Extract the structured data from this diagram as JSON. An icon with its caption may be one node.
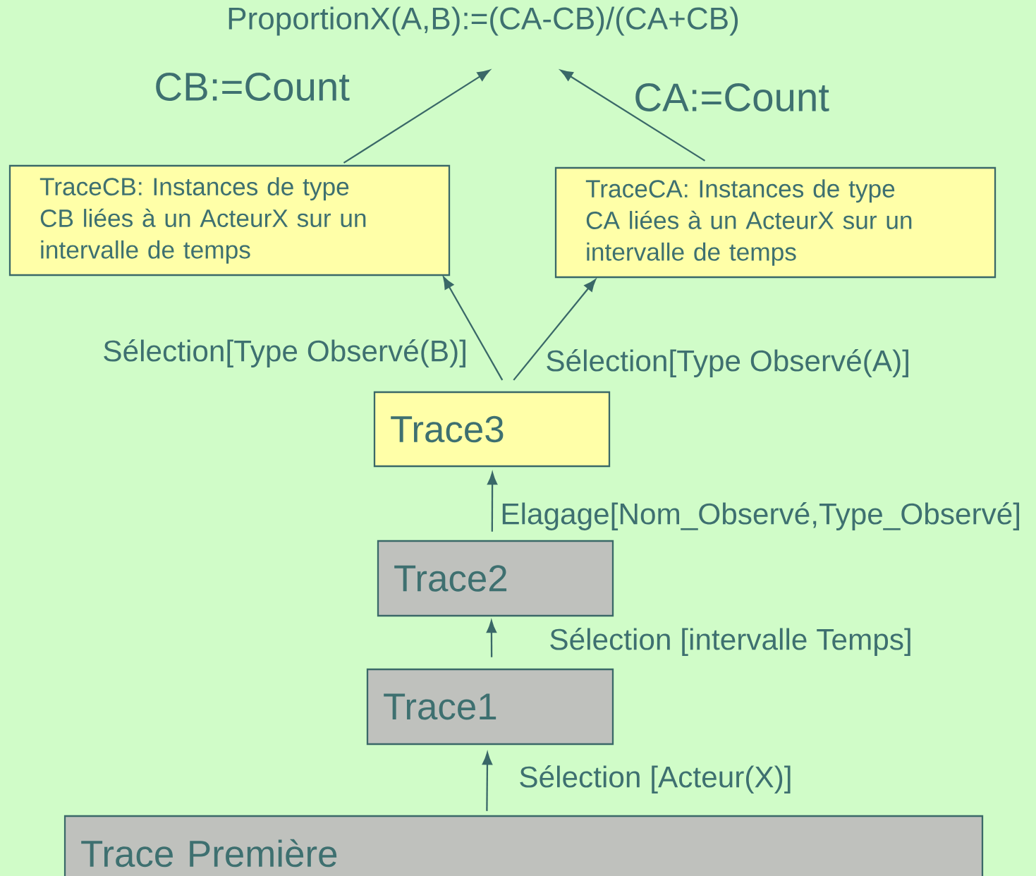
{
  "diagram": {
    "nodes": [
      {
        "text": [
          "ProportionX(A,B):=(CA-CB)/(CA+CB)"
        ]
      },
      {
        "text": [
          "TraceCB: Instances de type CB liées à un ActeurX sur un intervalle de temps"
        ]
      },
      {
        "text": [
          "TraceCA: Instances de type CA liées à un ActeurX sur un intervalle de temps"
        ]
      },
      {
        "text": [
          "Trace3"
        ]
      },
      {
        "text": [
          "Trace2"
        ]
      },
      {
        "text": [
          "Trace1"
        ]
      },
      {
        "text": [
          "Trace Première"
        ]
      }
    ],
    "edges": [
      {
        "from": 1,
        "to": 0,
        "arrow": "to",
        "label": "CB:=Count"
      },
      {
        "from": 2,
        "to": 0,
        "arrow": "to",
        "label": "CA:=Count"
      },
      {
        "from": 3,
        "to": 1,
        "arrow": "to",
        "label": "Sélection[Type Observé(B)]"
      },
      {
        "from": 3,
        "to": 2,
        "arrow": "to",
        "label": "Sélection[Type Observé(A)]"
      },
      {
        "from": 4,
        "to": 3,
        "arrow": "to",
        "label": "Elagage[Nom_Observé,Type_Observé]"
      },
      {
        "from": 5,
        "to": 4,
        "arrow": "to",
        "label": "Sélection [intervalle Temps]"
      },
      {
        "from": 6,
        "to": 5,
        "arrow": "to",
        "label": "Sélection [Acteur(X)]"
      }
    ]
  }
}
